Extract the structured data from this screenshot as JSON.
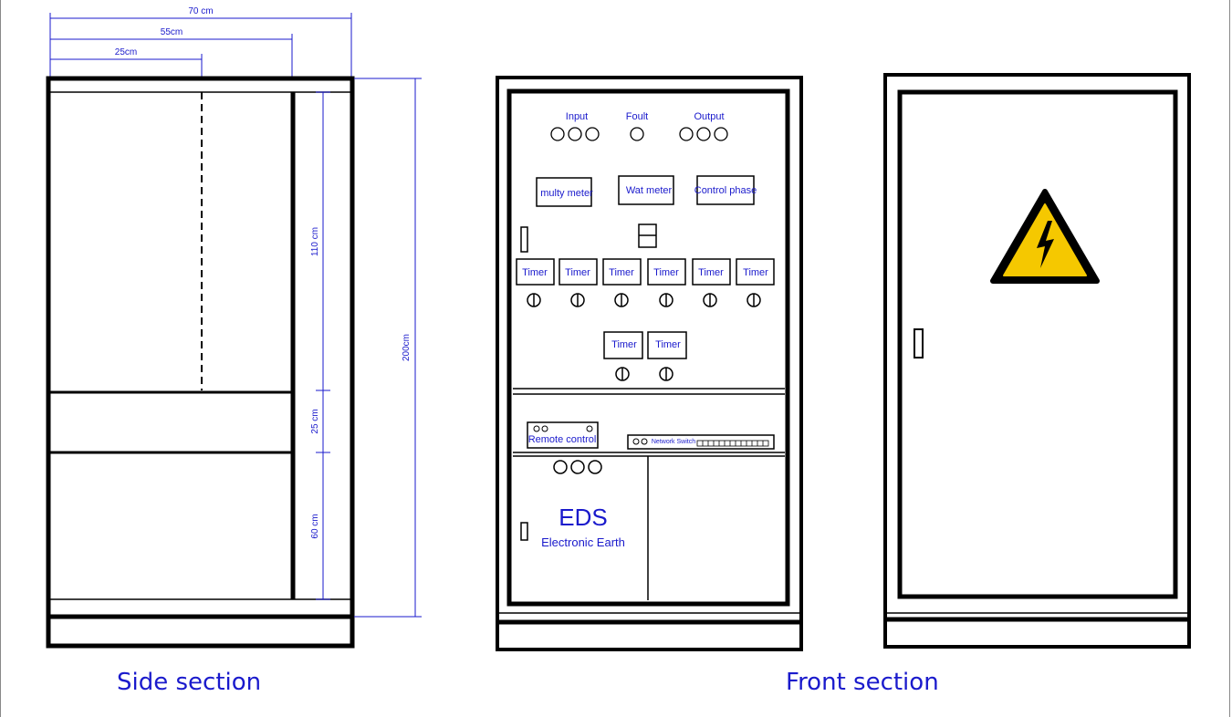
{
  "dimensions": {
    "width_70": "70 cm",
    "width_55": "55cm",
    "width_25": "25cm",
    "height_110": "110 cm",
    "height_25": "25 cm",
    "height_60": "60 cm",
    "height_200": "200cm"
  },
  "front_panel": {
    "input_label": "Input",
    "fault_label": "Foult",
    "output_label": "Output",
    "meters": [
      "multy meter",
      "Wat meter",
      "Control phase"
    ],
    "timers_row1": [
      "Timer",
      "Timer",
      "Timer",
      "Timer",
      "Timer",
      "Timer"
    ],
    "timers_row2": [
      "Timer",
      "Timer"
    ],
    "remote_control": "Remote control",
    "network_switch": "Network Switch",
    "brand": "EDS",
    "brand_sub": "Electronic Earth"
  },
  "captions": {
    "side": "Side section",
    "front": "Front section"
  },
  "colors": {
    "line": "#000000",
    "text": "#1a1acc",
    "warning_fill": "#f5c800"
  },
  "icons": {
    "warning": "high-voltage-warning-icon"
  }
}
